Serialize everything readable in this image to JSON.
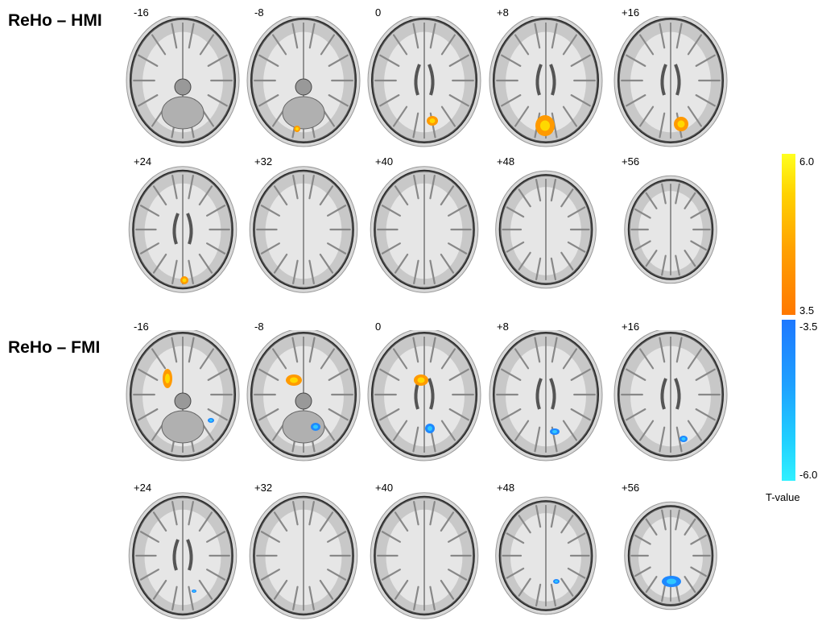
{
  "panels": [
    {
      "title": "ReHo – HMI",
      "slices": [
        "-16",
        "-8",
        "0",
        "+8",
        "+16",
        "+24",
        "+32",
        "+40",
        "+48",
        "+56"
      ]
    },
    {
      "title": "ReHo – FMI",
      "slices": [
        "-16",
        "-8",
        "0",
        "+8",
        "+16",
        "+24",
        "+32",
        "+40",
        "+48",
        "+56"
      ]
    }
  ],
  "colorbar": {
    "positive_max": "6.0",
    "positive_min": "3.5",
    "negative_max": "-3.5",
    "negative_min": "-6.0",
    "title": "T-value",
    "positive_colors": [
      "#ff7800",
      "#ffa000",
      "#ffd200",
      "#ffff20"
    ],
    "negative_colors": [
      "#1e78ff",
      "#1ea0ff",
      "#20d0ff",
      "#30f0ff"
    ]
  }
}
